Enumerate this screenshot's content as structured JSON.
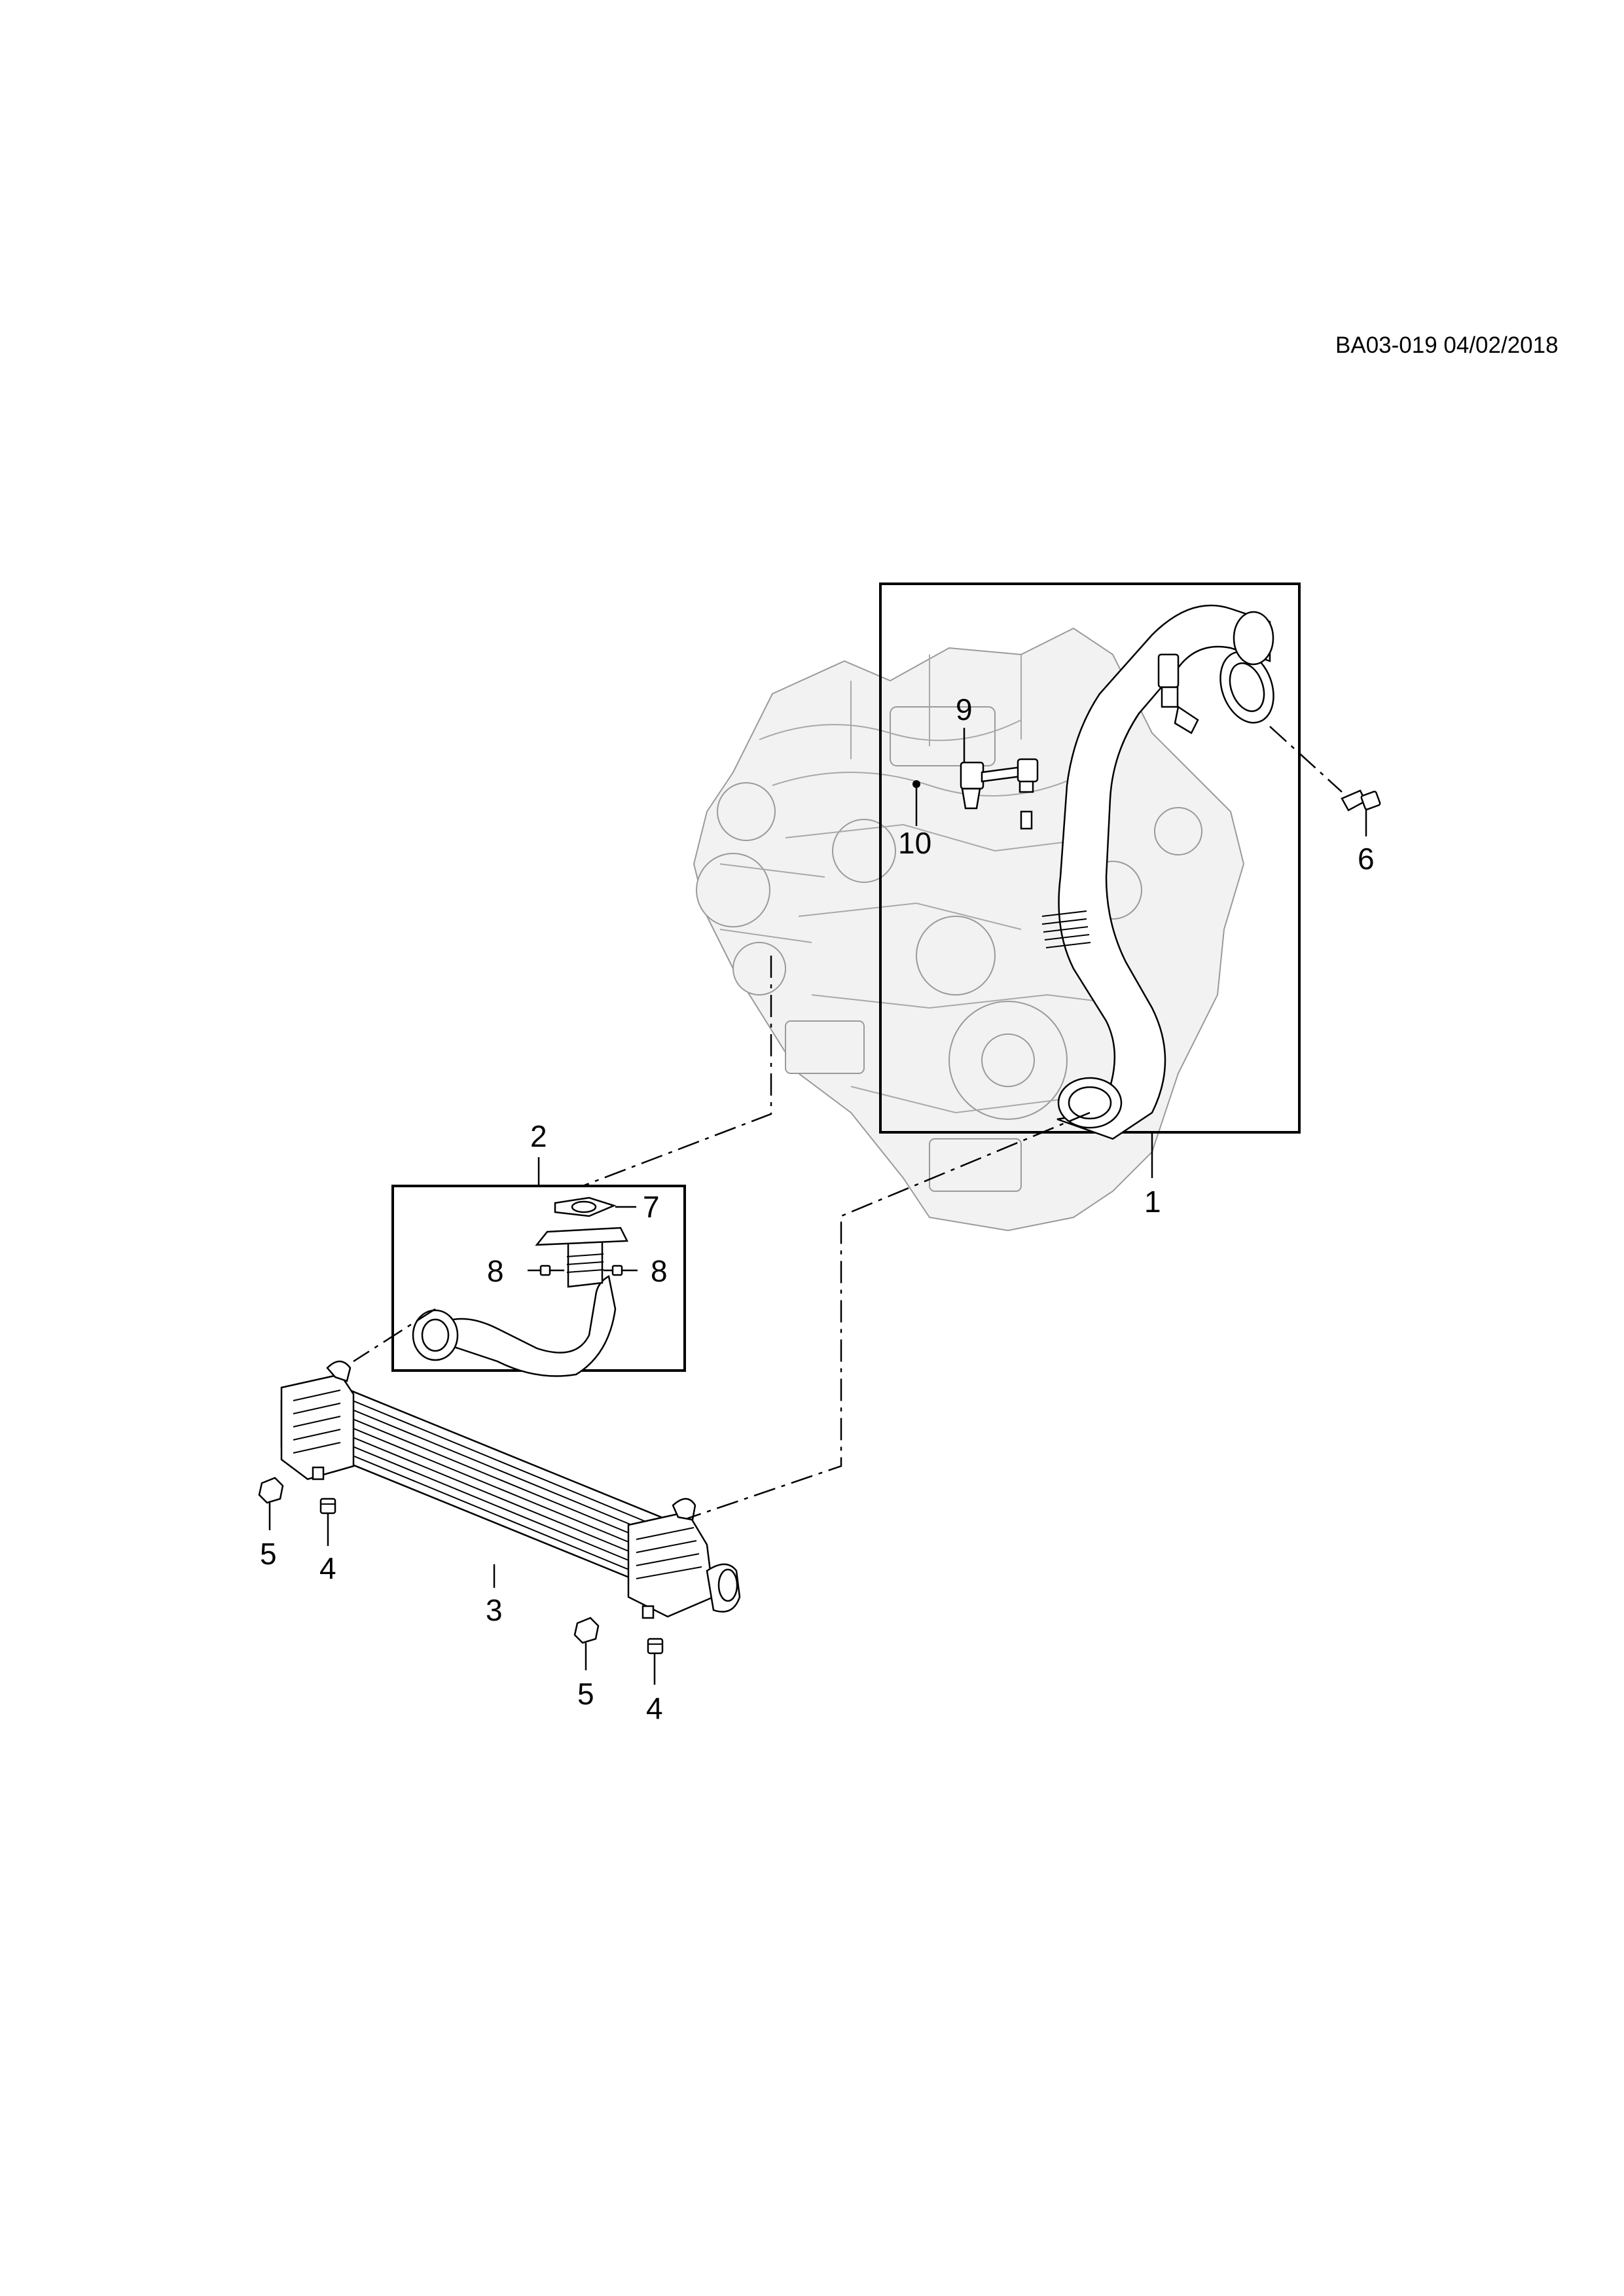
{
  "document": {
    "reference": "BA03-019 04/02/2018"
  },
  "callouts": [
    {
      "id": "c1",
      "label": "1"
    },
    {
      "id": "c2",
      "label": "2"
    },
    {
      "id": "c3",
      "label": "3"
    },
    {
      "id": "c4a",
      "label": "4"
    },
    {
      "id": "c4b",
      "label": "4"
    },
    {
      "id": "c5a",
      "label": "5"
    },
    {
      "id": "c5b",
      "label": "5"
    },
    {
      "id": "c6",
      "label": "6"
    },
    {
      "id": "c7",
      "label": "7"
    },
    {
      "id": "c8a",
      "label": "8"
    },
    {
      "id": "c8b",
      "label": "8"
    },
    {
      "id": "c9",
      "label": "9"
    },
    {
      "id": "c10",
      "label": "10"
    }
  ],
  "parts": {
    "engine": "engine-block",
    "upper_pipe": "charge-air-pipe-upper",
    "lower_pipe": "charge-air-pipe-lower",
    "intercooler": "charge-air-cooler"
  }
}
